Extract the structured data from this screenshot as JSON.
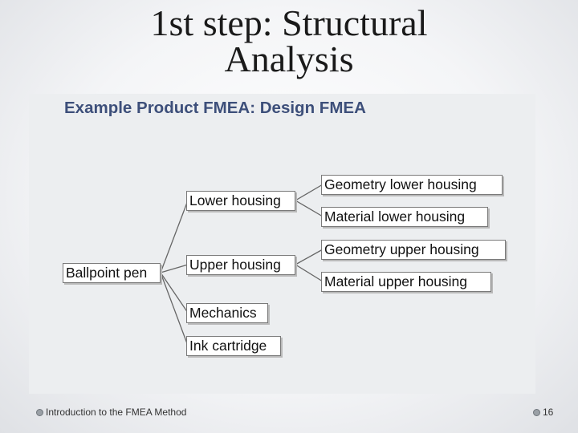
{
  "slide": {
    "title_line1": "1st step: Structural",
    "title_line2": "Analysis"
  },
  "figure": {
    "heading": "Example Product FMEA: Design FMEA",
    "root": "Ballpoint pen",
    "level1": [
      "Lower housing",
      "Upper housing",
      "Mechanics",
      "Ink cartridge"
    ],
    "level2": [
      "Geometry lower housing",
      "Material lower housing",
      "Geometry upper housing",
      "Material upper housing"
    ]
  },
  "footer": {
    "left_text": "Introduction to the FMEA Method",
    "page_number": "16"
  },
  "colors": {
    "heading": "#3d4f7a",
    "connector": "#666666"
  }
}
